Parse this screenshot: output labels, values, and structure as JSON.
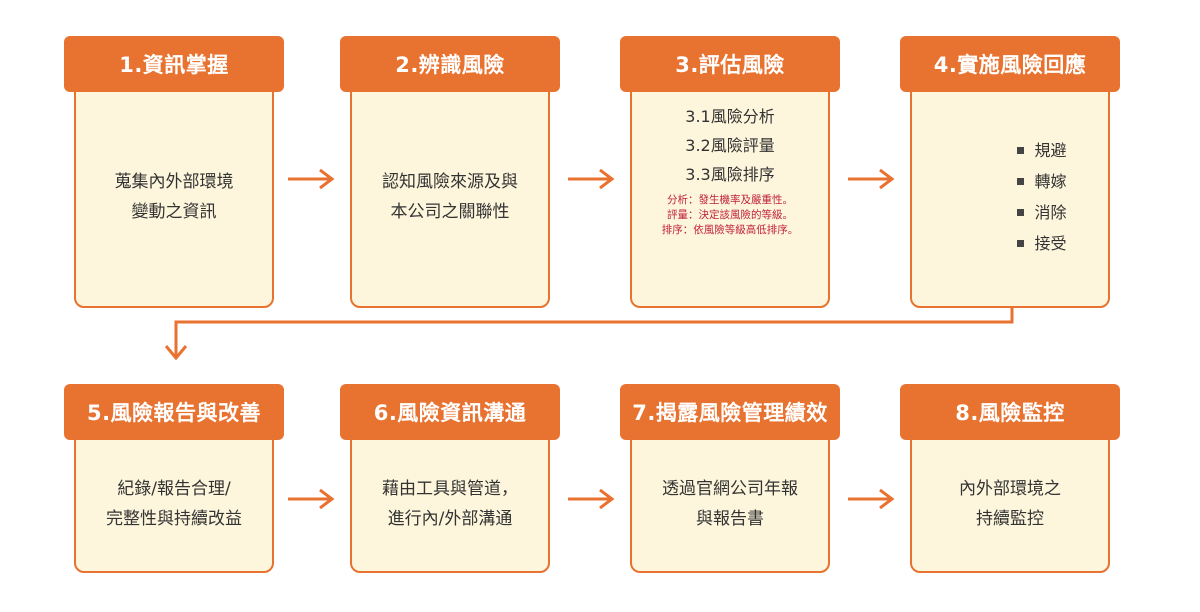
{
  "steps": [
    {
      "title": "1.資訊掌握",
      "lines": [
        "蒐集內外部環境",
        "變動之資訊"
      ]
    },
    {
      "title": "2.辨識風險",
      "lines": [
        "認知風險來源及與",
        "本公司之關聯性"
      ]
    },
    {
      "title": "3.評估風險",
      "lines": [
        "3.1風險分析",
        "3.2風險評量",
        "3.3風險排序"
      ],
      "notes": [
        "分析：發生機率及嚴重性。",
        "評量：決定該風險的等級。",
        "排序：依風險等級高低排序。"
      ]
    },
    {
      "title": "4.實施風險回應",
      "bullets": [
        "規避",
        "轉嫁",
        "消除",
        "接受"
      ]
    },
    {
      "title": "5.風險報告與改善",
      "lines": [
        "紀錄/報告合理/",
        "完整性與持續改益"
      ]
    },
    {
      "title": "6.風險資訊溝通",
      "lines": [
        "藉由工具與管道，",
        "進行內/外部溝通"
      ]
    },
    {
      "title": "7.揭露風險管理績效",
      "lines": [
        "透過官網公司年報",
        "與報告書"
      ]
    },
    {
      "title": "8.風險監控",
      "lines": [
        "內外部環境之",
        "持續監控"
      ]
    }
  ],
  "colors": {
    "accent": "#e8722f",
    "body_bg": "#fdf6dc",
    "note": "#c0223b",
    "text": "#333333"
  }
}
